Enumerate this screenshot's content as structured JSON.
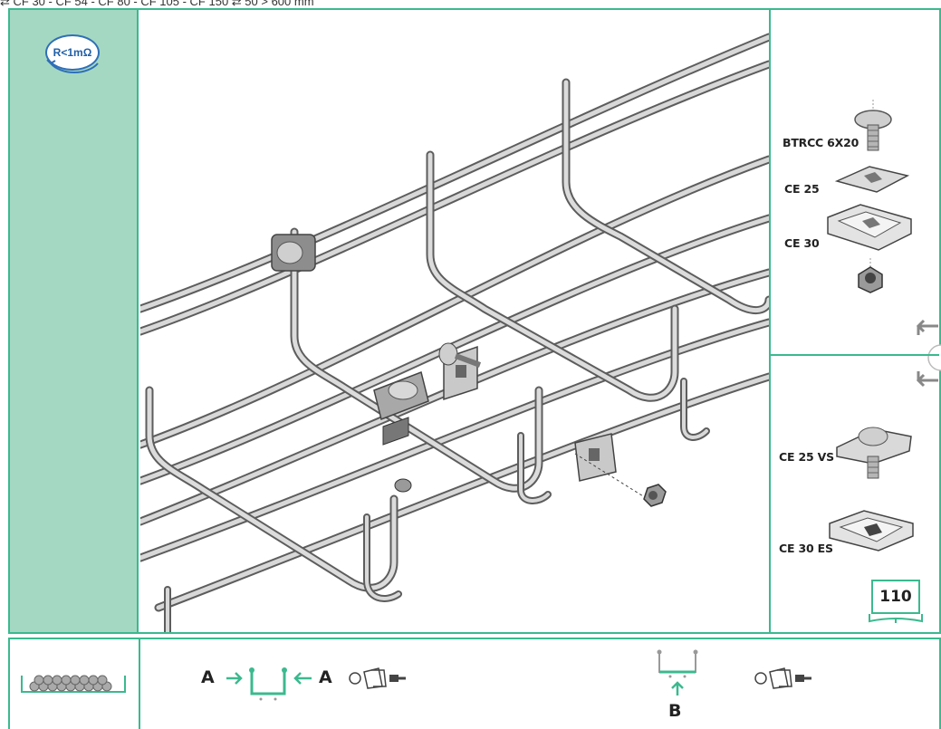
{
  "header": {
    "series_line": "⇄ CF 30 - CF 54 - CF 80 - CF 105 - CF 150  ⇄ 50 > 600 mm"
  },
  "sidebar": {
    "badge_text": "R<1mΩ",
    "badge_icon": "conductivity-icon"
  },
  "parts": [
    {
      "label": "BTRCC 6X20",
      "icon": "carriage-bolt-icon"
    },
    {
      "label": "CE 25",
      "icon": "clamp-plate-icon"
    },
    {
      "label": "CE 30",
      "icon": "u-clamp-icon"
    },
    {
      "label": "",
      "icon": "nut-icon"
    }
  ],
  "alternatives": [
    {
      "label": "CE 25 VS",
      "icon": "clamp-with-screw-icon"
    },
    {
      "label": "CE 30 ES",
      "icon": "spring-clamp-icon"
    }
  ],
  "page_reference": "110",
  "bottom": {
    "tray_icon": "cable-bundle-icon",
    "method_a": {
      "letter_left": "A",
      "letter_right": "A",
      "icon": "side-joint-icon",
      "kit_icon": "joint-kit-icon"
    },
    "method_b": {
      "letter": "B",
      "icon": "bottom-joint-icon",
      "kit_icon": "joint-kit-icon"
    }
  },
  "colors": {
    "accent": "#3bb98f",
    "sidebar": "#a4d8c2",
    "badge": "#1f5fa8"
  }
}
